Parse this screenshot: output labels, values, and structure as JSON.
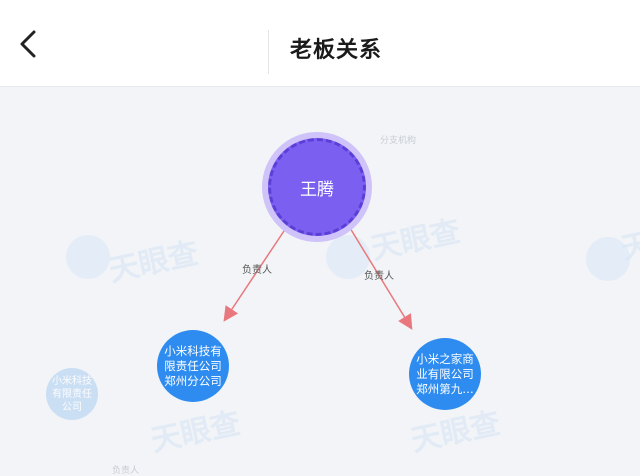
{
  "header": {
    "title": "老板关系"
  },
  "graph": {
    "center_node": {
      "name": "王腾"
    },
    "edges": [
      {
        "label": "负责人"
      },
      {
        "label": "负责人"
      }
    ],
    "companies": [
      {
        "name": "小米科技有限责任公司郑州分公司"
      },
      {
        "name": "小米之家商业有限公司郑州第九…"
      }
    ],
    "faded_company": {
      "name": "小米科技有限责任公司"
    },
    "ghost_labels": [
      "分支机构",
      "负责人"
    ]
  },
  "watermark": {
    "text": "天眼查"
  },
  "colors": {
    "center_fill": "#7b5ff0",
    "company_fill": "#2e8cf0",
    "edge": "#e8787d"
  }
}
